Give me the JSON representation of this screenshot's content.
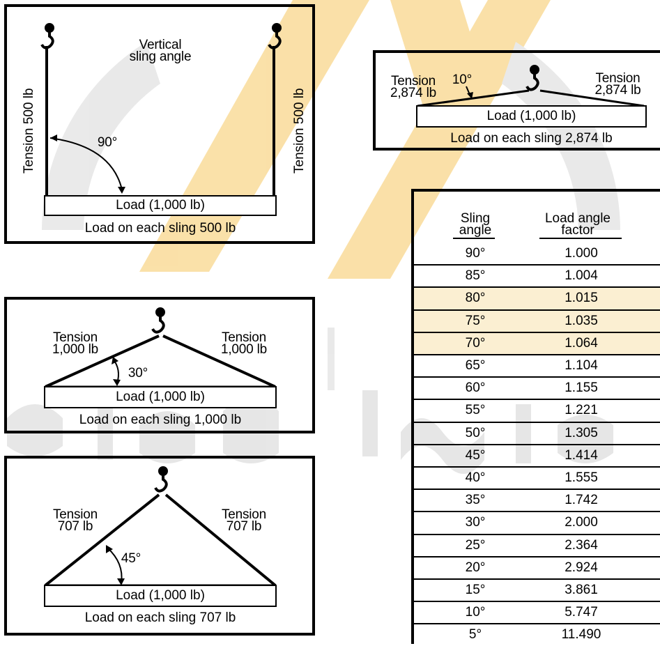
{
  "colors": {
    "watermark": "#f6c862",
    "watermark_gray": "#d8d8d8",
    "highlight_row": "#fbefd2",
    "ink": "#000000"
  },
  "panel_vertical": {
    "title": "Vertical\nsling angle",
    "tension_left": "Tension 500 lb",
    "tension_right": "Tension 500 lb",
    "angle": "90°",
    "load": "Load (1,000 lb)",
    "caption": "Load on each sling 500 lb"
  },
  "panel_10": {
    "tension_left": "Tension\n2,874 lb",
    "angle": "10°",
    "tension_right": "Tension\n2,874 lb",
    "load": "Load (1,000 lb)",
    "caption": "Load on each sling 2,874 lb"
  },
  "panel_30": {
    "tension_left": "Tension\n1,000 lb",
    "tension_right": "Tension\n1,000 lb",
    "angle": "30°",
    "load": "Load (1,000 lb)",
    "caption": "Load on each sling 1,000 lb"
  },
  "panel_45": {
    "tension_left": "Tension\n707 lb",
    "tension_right": "Tension\n707 lb",
    "angle": "45°",
    "load": "Load (1,000 lb)",
    "caption": "Load on each sling 707 lb"
  },
  "table": {
    "col1_header": "Sling\nangle",
    "col2_header": "Load angle\nfactor",
    "rows": [
      {
        "angle": "90°",
        "factor": "1.000"
      },
      {
        "angle": "85°",
        "factor": "1.004"
      },
      {
        "angle": "80°",
        "factor": "1.015"
      },
      {
        "angle": "75°",
        "factor": "1.035"
      },
      {
        "angle": "70°",
        "factor": "1.064"
      },
      {
        "angle": "65°",
        "factor": "1.104"
      },
      {
        "angle": "60°",
        "factor": "1.155"
      },
      {
        "angle": "55°",
        "factor": "1.221"
      },
      {
        "angle": "50°",
        "factor": "1.305"
      },
      {
        "angle": "45°",
        "factor": "1.414"
      },
      {
        "angle": "40°",
        "factor": "1.555"
      },
      {
        "angle": "35°",
        "factor": "1.742"
      },
      {
        "angle": "30°",
        "factor": "2.000"
      },
      {
        "angle": "25°",
        "factor": "2.364"
      },
      {
        "angle": "20°",
        "factor": "2.924"
      },
      {
        "angle": "15°",
        "factor": "3.861"
      },
      {
        "angle": "10°",
        "factor": "5.747"
      },
      {
        "angle": "5°",
        "factor": "11.490"
      }
    ],
    "highlighted_rows": [
      2,
      3,
      4
    ]
  }
}
